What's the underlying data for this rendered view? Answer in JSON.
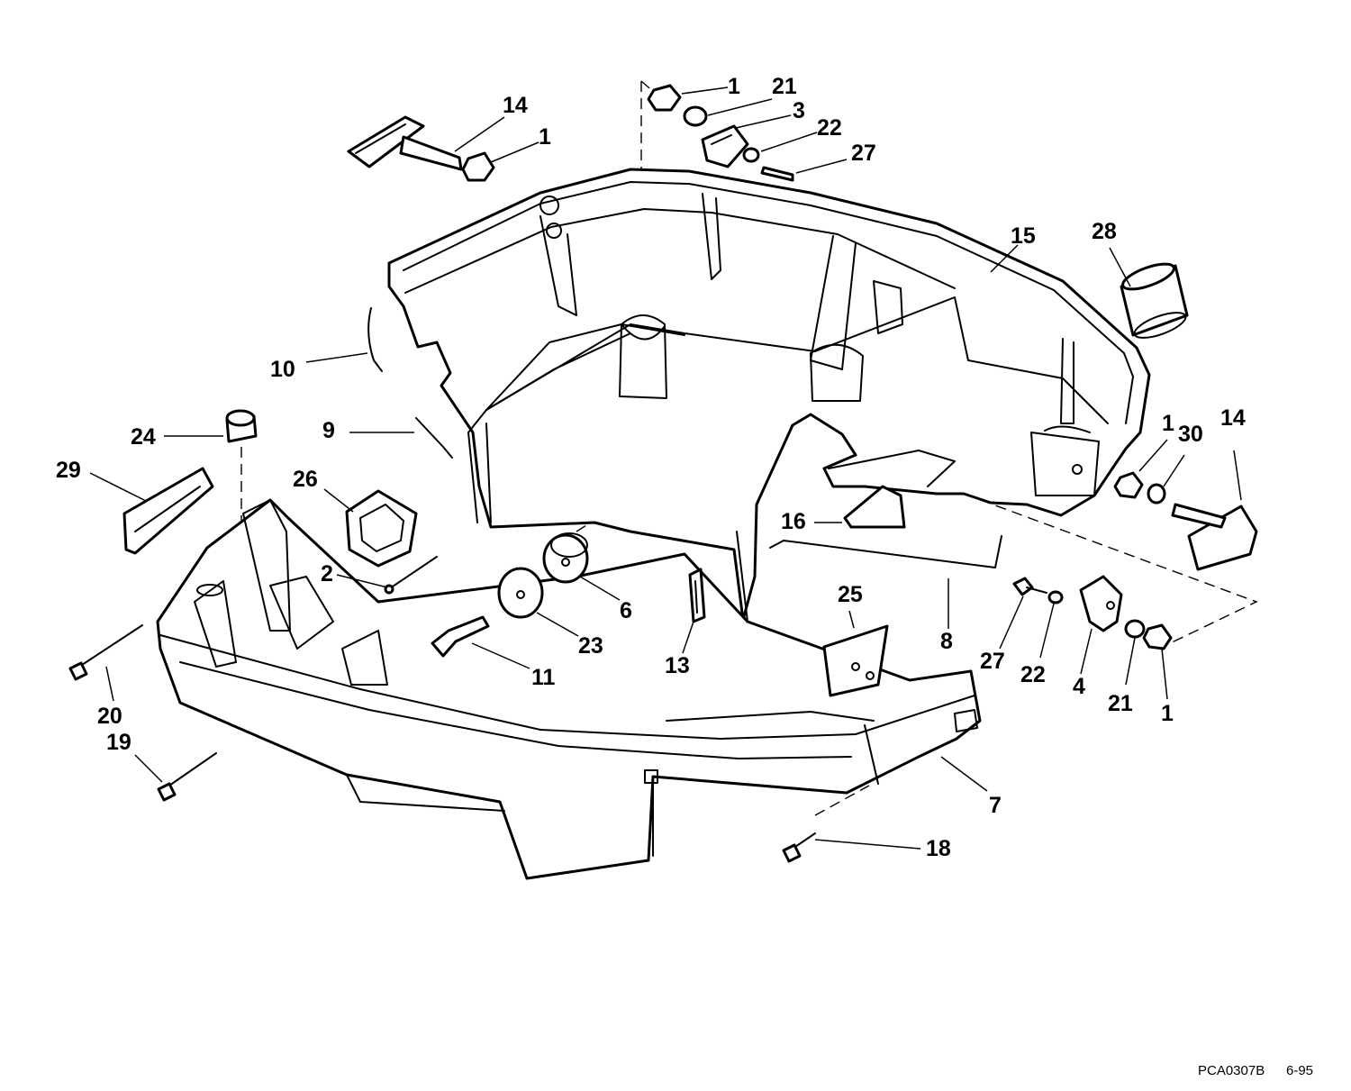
{
  "diagram": {
    "drawing_code": "PCA0307B",
    "revision_date": "6-95"
  },
  "callouts": [
    {
      "id": "c1a",
      "label": "1"
    },
    {
      "id": "c21a",
      "label": "21"
    },
    {
      "id": "c3",
      "label": "3"
    },
    {
      "id": "c22a",
      "label": "22"
    },
    {
      "id": "c27a",
      "label": "27"
    },
    {
      "id": "c14a",
      "label": "14"
    },
    {
      "id": "c1b",
      "label": "1"
    },
    {
      "id": "c15",
      "label": "15"
    },
    {
      "id": "c28",
      "label": "28"
    },
    {
      "id": "c10",
      "label": "10"
    },
    {
      "id": "c9",
      "label": "9"
    },
    {
      "id": "c24",
      "label": "24"
    },
    {
      "id": "c29",
      "label": "29"
    },
    {
      "id": "c26",
      "label": "26"
    },
    {
      "id": "c2",
      "label": "2"
    },
    {
      "id": "c6",
      "label": "6"
    },
    {
      "id": "c23",
      "label": "23"
    },
    {
      "id": "c11",
      "label": "11"
    },
    {
      "id": "c13",
      "label": "13"
    },
    {
      "id": "c16",
      "label": "16"
    },
    {
      "id": "c8",
      "label": "8"
    },
    {
      "id": "c25",
      "label": "25"
    },
    {
      "id": "c1c",
      "label": "1"
    },
    {
      "id": "c30",
      "label": "30"
    },
    {
      "id": "c14b",
      "label": "14"
    },
    {
      "id": "c27b",
      "label": "27"
    },
    {
      "id": "c22b",
      "label": "22"
    },
    {
      "id": "c4",
      "label": "4"
    },
    {
      "id": "c21b",
      "label": "21"
    },
    {
      "id": "c1d",
      "label": "1"
    },
    {
      "id": "c20",
      "label": "20"
    },
    {
      "id": "c19",
      "label": "19"
    },
    {
      "id": "c7",
      "label": "7"
    },
    {
      "id": "c18",
      "label": "18"
    }
  ]
}
